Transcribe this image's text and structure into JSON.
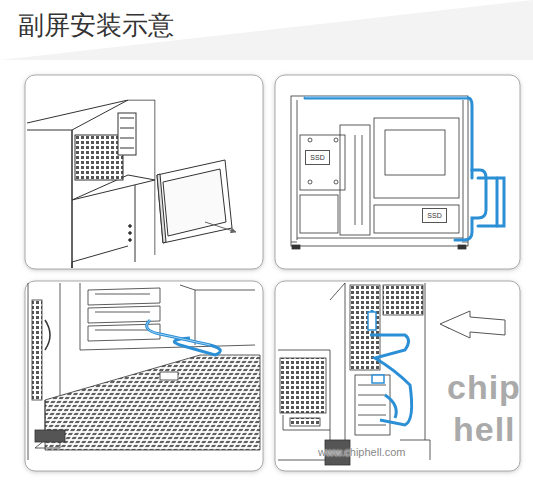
{
  "diagram": {
    "title": "副屏安装示意",
    "nodes": [
      {
        "text": [
          "SSD"
        ]
      },
      {
        "text": [
          "SSD"
        ]
      }
    ],
    "labels": [
      "www.chiphell.com",
      "chip",
      "hell"
    ]
  }
}
